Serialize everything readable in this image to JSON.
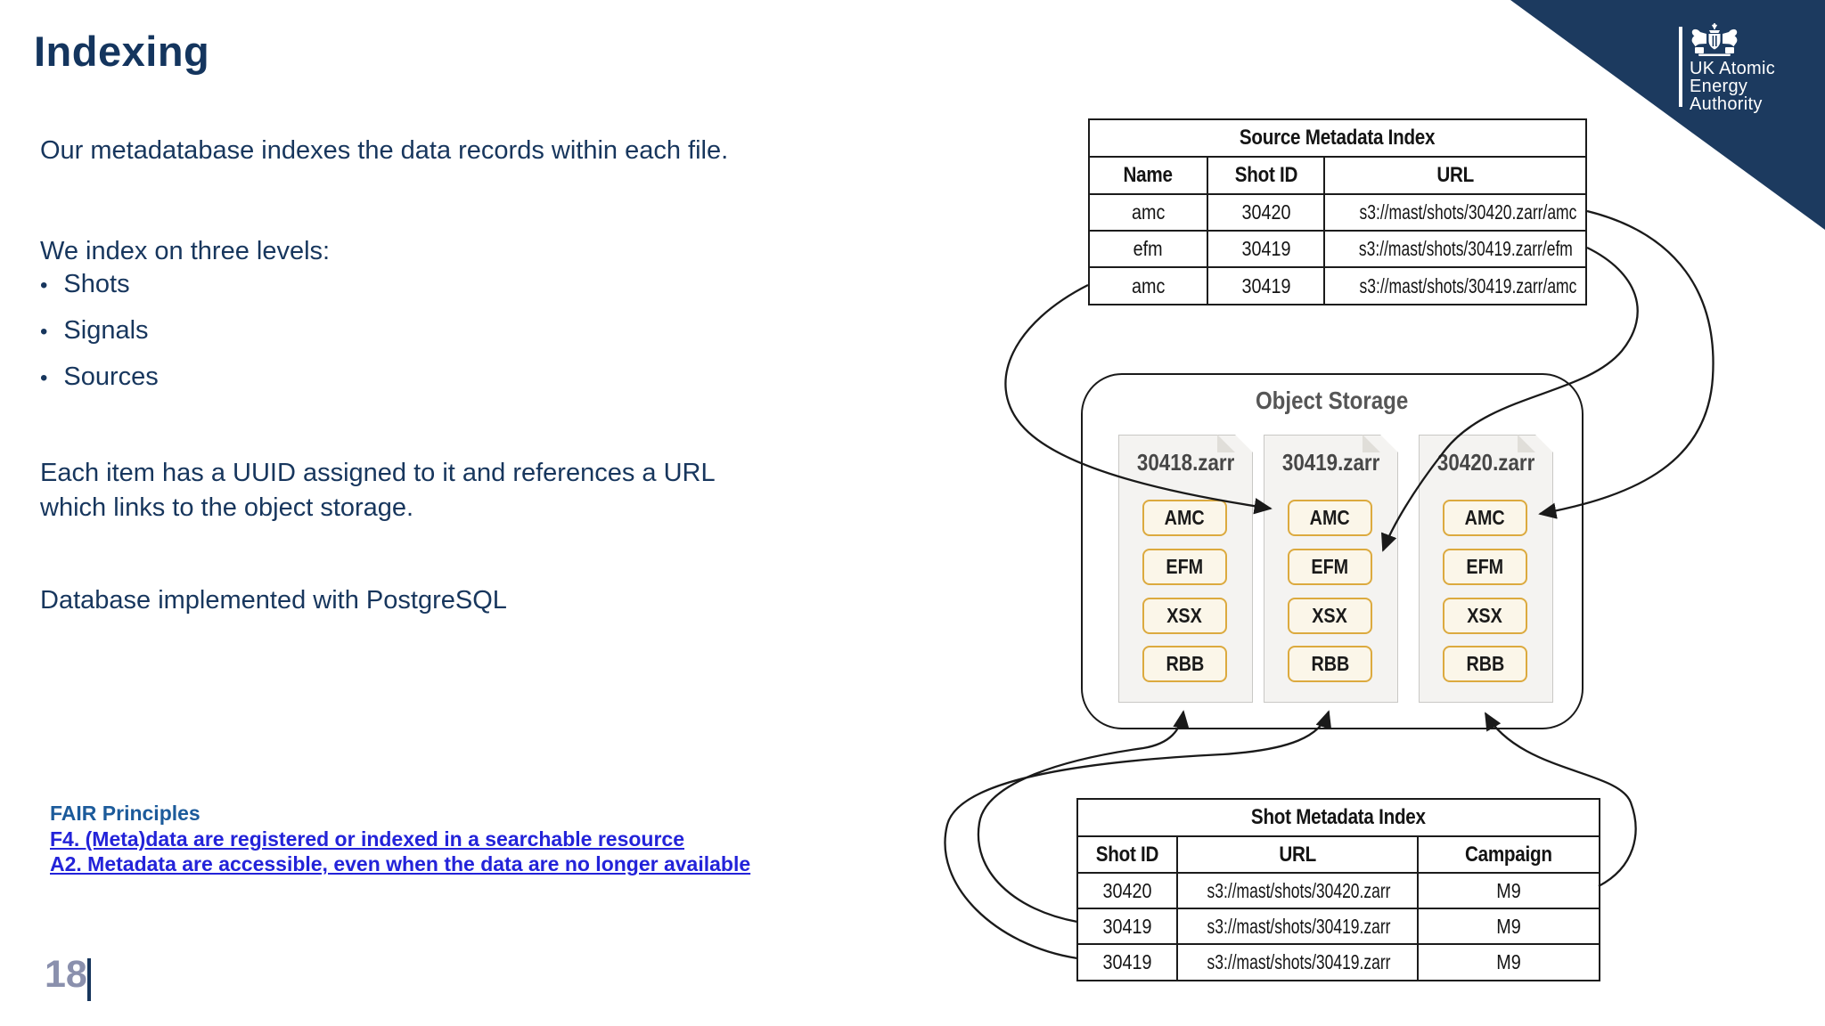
{
  "slide": {
    "title": "Indexing",
    "body": {
      "p1": "Our metadatabase indexes the data records within each file.",
      "p2": "We index on three levels:",
      "bullets": [
        "Shots",
        "Signals",
        "Sources"
      ],
      "p3_line1": "Each item has a UUID assigned to it and references a URL",
      "p3_line2": "which links to the object storage.",
      "p4": "Database implemented with PostgreSQL"
    },
    "fair": {
      "heading": "FAIR Principles",
      "links": [
        "F4. (Meta)data are registered or indexed in a searchable resource",
        "A2. Metadata are accessible, even when the data are no longer available"
      ]
    },
    "page_number": "18",
    "logo": {
      "lines": [
        "UK Atomic",
        "Energy",
        "Authority"
      ]
    },
    "colors": {
      "navy_text": "#17365d",
      "title_navy": "#14355e",
      "corner_navy": "#1c3a5f",
      "fair_heading_blue": "#1c5b9b",
      "link_blue": "#2323d9",
      "page_number_gray": "#8a90ad",
      "signal_box_fill": "#fbf6e9",
      "signal_box_border": "#dcaa3f",
      "file_fill": "#f4f3f1",
      "diagram_stroke": "#1a1a1a",
      "storage_label_gray": "#565656"
    }
  },
  "diagram": {
    "source_table": {
      "title": "Source Metadata Index",
      "columns": [
        "Name",
        "Shot ID",
        "URL"
      ],
      "rows": [
        [
          "amc",
          "30420",
          "s3://mast/shots/30420.zarr/amc"
        ],
        [
          "efm",
          "30419",
          "s3://mast/shots/30419.zarr/efm"
        ],
        [
          "amc",
          "30419",
          "s3://mast/shots/30419.zarr/amc"
        ]
      ]
    },
    "object_storage": {
      "label": "Object Storage",
      "files": [
        {
          "name": "30418.zarr",
          "signals": [
            "AMC",
            "EFM",
            "XSX",
            "RBB"
          ]
        },
        {
          "name": "30419.zarr",
          "signals": [
            "AMC",
            "EFM",
            "XSX",
            "RBB"
          ]
        },
        {
          "name": "30420.zarr",
          "signals": [
            "AMC",
            "EFM",
            "XSX",
            "RBB"
          ]
        }
      ]
    },
    "shot_table": {
      "title": "Shot Metadata Index",
      "columns": [
        "Shot ID",
        "URL",
        "Campaign"
      ],
      "rows": [
        [
          "30420",
          "s3://mast/shots/30420.zarr",
          "M9"
        ],
        [
          "30419",
          "s3://mast/shots/30419.zarr",
          "M9"
        ],
        [
          "30419",
          "s3://mast/shots/30419.zarr",
          "M9"
        ]
      ]
    }
  }
}
